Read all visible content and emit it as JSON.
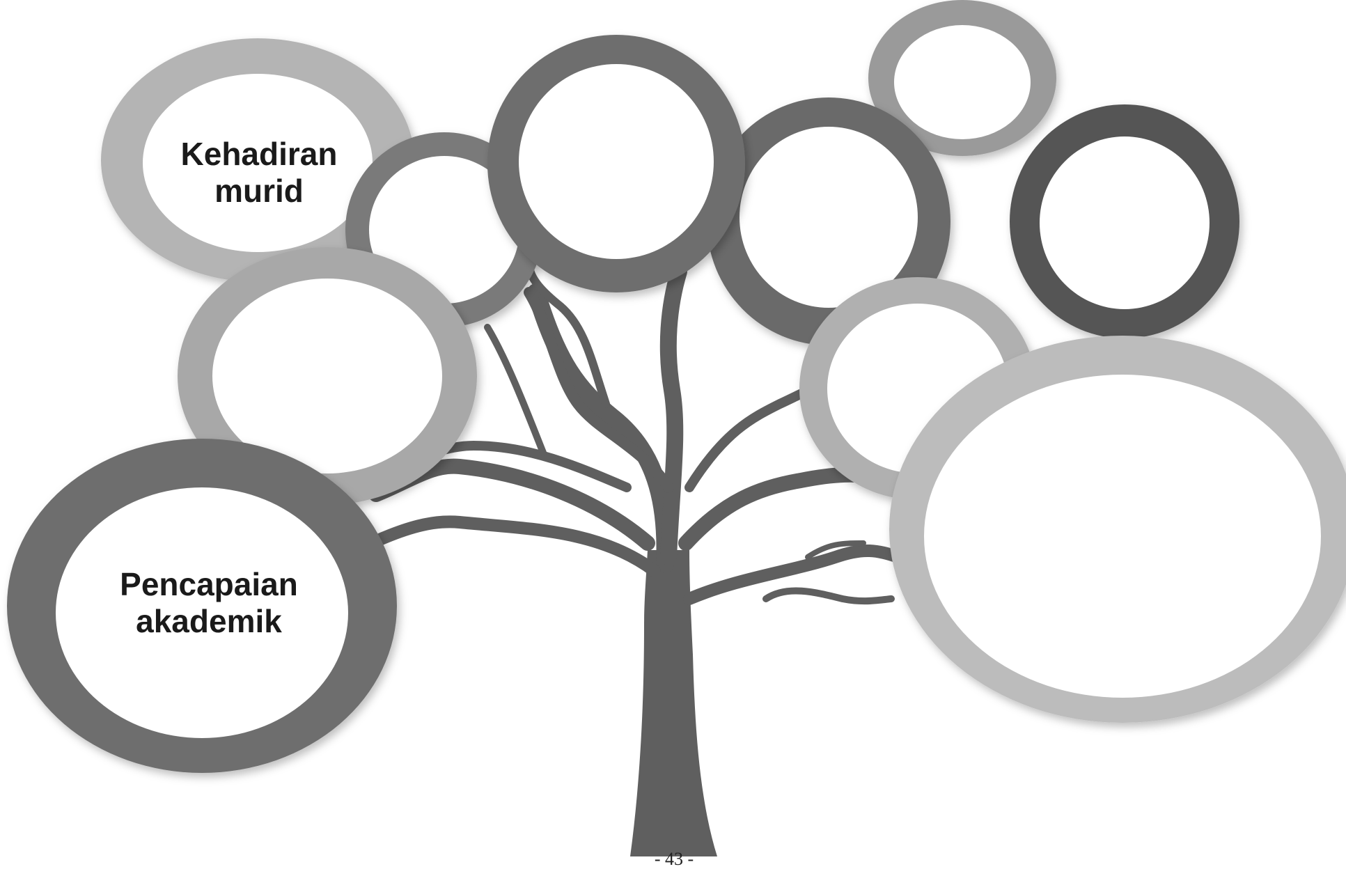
{
  "diagram": {
    "type": "tree-of-circles",
    "nodes": [
      {
        "id": "kehadiran",
        "lines": [
          "Kehadiran",
          "murid"
        ]
      },
      {
        "id": "pencapaian",
        "lines": [
          "Pencapaian",
          "akademik"
        ]
      },
      {
        "id": "blank-1",
        "lines": []
      },
      {
        "id": "blank-2",
        "lines": []
      },
      {
        "id": "blank-3",
        "lines": []
      },
      {
        "id": "blank-4",
        "lines": []
      },
      {
        "id": "blank-5",
        "lines": []
      },
      {
        "id": "blank-6",
        "lines": []
      },
      {
        "id": "blank-7",
        "lines": []
      },
      {
        "id": "blank-8",
        "lines": []
      }
    ],
    "colors": {
      "trunk": "#5f5f5f",
      "ring_dark": "#6b6b6b",
      "ring_mid": "#8c8c8c",
      "ring_light": "#b4b4b4",
      "ring_inner": "#ffffff",
      "label": "#1a1a1a"
    }
  },
  "footer": {
    "page_number": "- 43 -"
  }
}
